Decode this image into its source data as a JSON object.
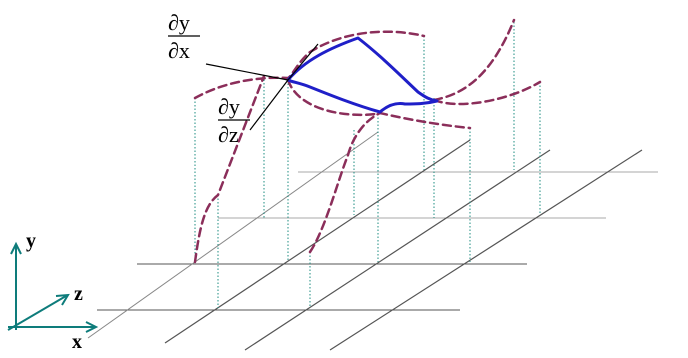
{
  "derivatives": {
    "dydx": {
      "numerator": "∂y",
      "denominator": "∂x"
    },
    "dydz": {
      "numerator": "∂y",
      "denominator": "∂z"
    }
  },
  "axes": {
    "y": "y",
    "z": "z",
    "x": "x"
  },
  "colors": {
    "surface_curve": "#8B2E5A",
    "patch_outline": "#1F1FC8",
    "axis_arrows": "#0E7C7B",
    "drop_lines": "#1C8C80",
    "grid_lines": "#555555",
    "light_grid_lines": "#9A9A9A"
  }
}
